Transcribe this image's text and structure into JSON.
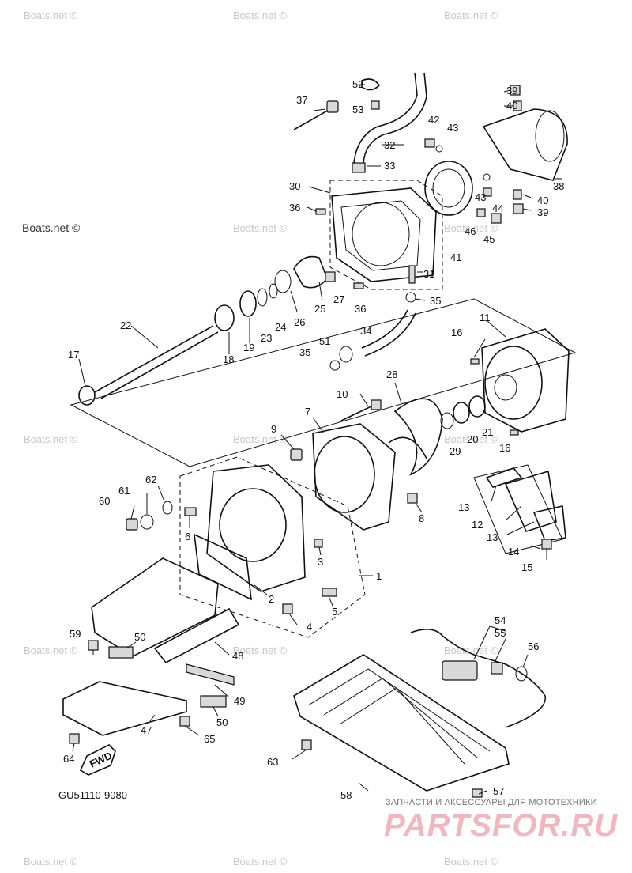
{
  "diagram_code": "GU51110-9080",
  "fwd_label": "FWD",
  "watermark": "Boats.net ©",
  "brand_caption": "ЗАПЧАСТИ И АКСЕССУАРЫ ДЛЯ МОТОТЕХНИКИ",
  "brand_logo": "PARTSFOR.RU",
  "callouts": {
    "c1": "1",
    "c2": "2",
    "c3": "3",
    "c4": "4",
    "c5": "5",
    "c6": "6",
    "c7": "7",
    "c8": "8",
    "c9": "9",
    "c10": "10",
    "c11": "11",
    "c12": "12",
    "c13a": "13",
    "c13b": "13",
    "c14": "14",
    "c15": "15",
    "c16a": "16",
    "c16b": "16",
    "c17": "17",
    "c18": "18",
    "c19": "19",
    "c20": "20",
    "c21": "21",
    "c22": "22",
    "c23": "23",
    "c24": "24",
    "c25": "25",
    "c26": "26",
    "c27": "27",
    "c28": "28",
    "c29": "29",
    "c30": "30",
    "c31": "31",
    "c32": "32",
    "c33": "33",
    "c34": "34",
    "c35a": "35",
    "c35b": "35",
    "c36a": "36",
    "c36b": "36",
    "c37": "37",
    "c38": "38",
    "c39a": "39",
    "c39b": "39",
    "c40a": "40",
    "c40b": "40",
    "c41": "41",
    "c42": "42",
    "c43a": "43",
    "c43b": "43",
    "c44": "44",
    "c45": "45",
    "c46": "46",
    "c47": "47",
    "c48": "48",
    "c49": "49",
    "c50a": "50",
    "c50b": "50",
    "c51": "51",
    "c52": "52",
    "c53": "53",
    "c54": "54",
    "c55": "55",
    "c56": "56",
    "c57": "57",
    "c58": "58",
    "c59": "59",
    "c60": "60",
    "c61": "61",
    "c62": "62",
    "c63": "63",
    "c64": "64",
    "c65": "65"
  }
}
